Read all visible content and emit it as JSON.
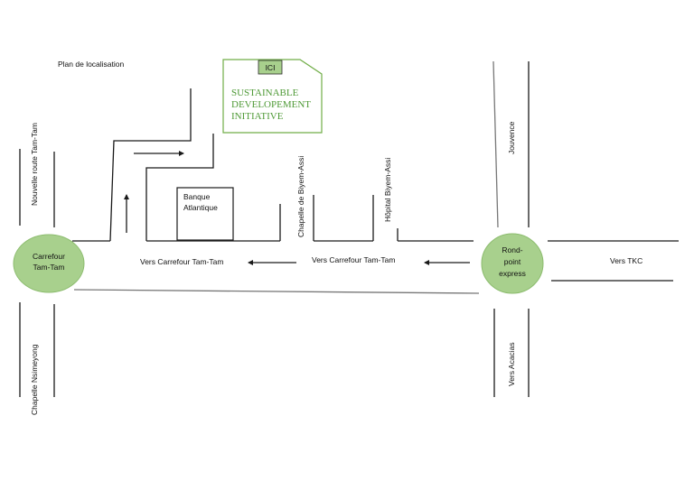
{
  "title": "Plan de localisation",
  "colors": {
    "circle_fill": "#a8d08d",
    "circle_stroke": "#8cbc6e",
    "building_stroke": "#70ad47",
    "building_text": "#4f9a37",
    "road": "#1a1a1a"
  },
  "building": {
    "tag": "ICI",
    "name_lines": [
      "SUSTAINABLE",
      "DEVELOPEMENT",
      "INITIATIVE"
    ]
  },
  "bank": {
    "lines": [
      "Banque",
      "Atlantique"
    ]
  },
  "roundabouts": {
    "left": {
      "lines": [
        "Carrefour",
        "Tam-Tam"
      ]
    },
    "right": {
      "lines": [
        "Rond-",
        "point",
        "express"
      ]
    }
  },
  "labels": {
    "nouvelle_route": "Nouvelle route Tam-Tam",
    "chapelle_nsimeyong": "Chapelle Nsimeyong",
    "chapelle_biyem": "Chapelle de Biyem-Assi",
    "hopital_biyem": "Hôpital Biyem-Assi",
    "jouvence": "Jouvence",
    "vers_acacias": "Vers Acacias",
    "vers_tkc": "Vers TKC",
    "vers_tamtam_1": "Vers Carrefour Tam-Tam",
    "vers_tamtam_2": "Vers Carrefour Tam-Tam"
  }
}
